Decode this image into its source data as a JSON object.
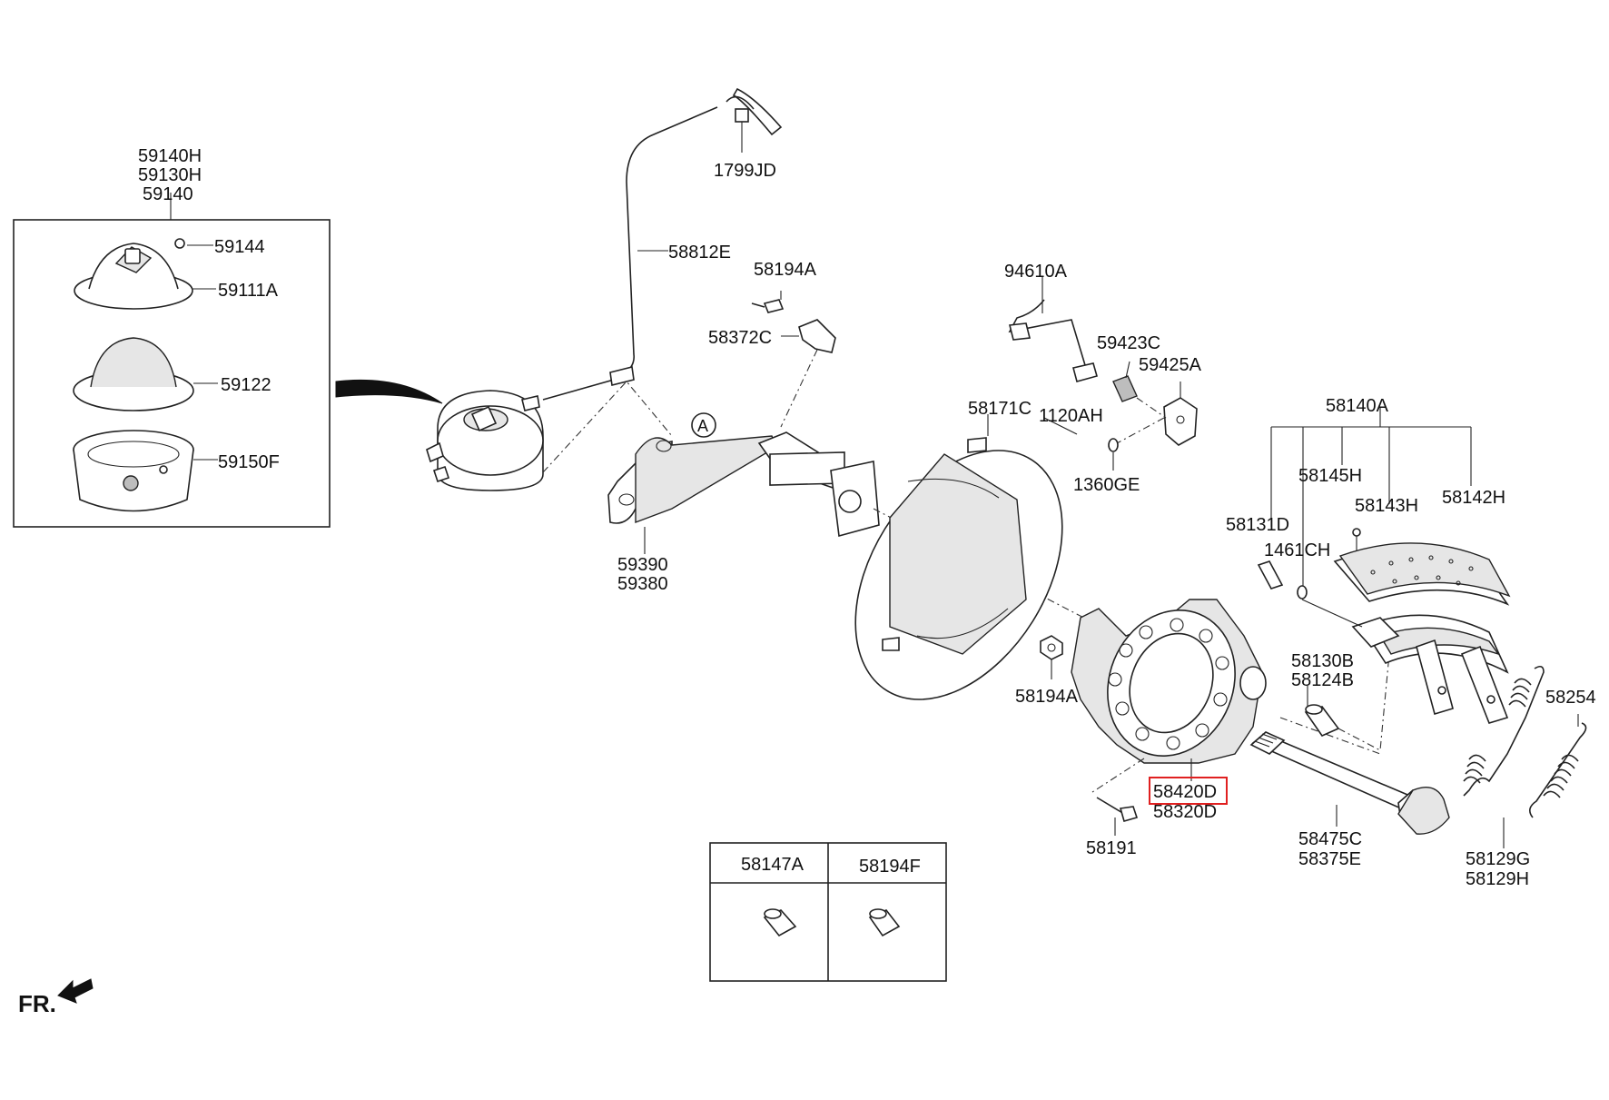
{
  "labels": {
    "p59140H": "59140H",
    "p59130H": "59130H",
    "p59140": "59140",
    "p59144": "59144",
    "p59111A": "59111A",
    "p59122": "59122",
    "p59150F": "59150F",
    "p1799JD": "1799JD",
    "p58812E": "58812E",
    "p58194A_top": "58194A",
    "p58372C": "58372C",
    "pA": "A",
    "p59390": "59390",
    "p59380": "59380",
    "p94610A": "94610A",
    "p59423C": "59423C",
    "p59425A": "59425A",
    "p58171C": "58171C",
    "p1120AH": "1120AH",
    "p1360GE": "1360GE",
    "p58140A": "58140A",
    "p58145H": "58145H",
    "p58143H": "58143H",
    "p58142H": "58142H",
    "p58131D": "58131D",
    "p1461CH": "1461CH",
    "p58130B": "58130B",
    "p58124B": "58124B",
    "p58194A_bot": "58194A",
    "p58254": "58254",
    "p58420D": "58420D",
    "p58320D": "58320D",
    "p58191": "58191",
    "p58475C": "58475C",
    "p58375E": "58375E",
    "p58129G": "58129G",
    "p58129H": "58129H",
    "fr": "FR."
  },
  "parts_table": {
    "headers": [
      "58147A",
      "58194F"
    ]
  },
  "highlight": {
    "part": "58420D",
    "color": "#e02020"
  }
}
